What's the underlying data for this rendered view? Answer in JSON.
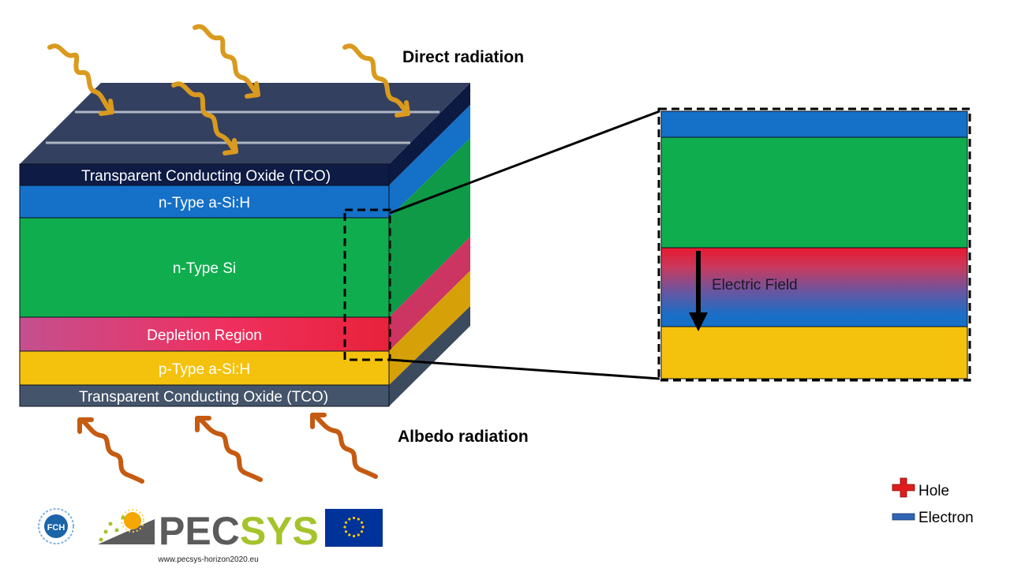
{
  "headings": {
    "direct": "Direct radiation",
    "albedo": "Albedo radiation"
  },
  "layers": {
    "tco_top": "Transparent Conducting Oxide (TCO)",
    "n_asi": "n-Type a-Si:H",
    "n_si": "n-Type Si",
    "depletion": "Depletion Region",
    "p_asi": "p-Type a-Si:H",
    "tco_bottom": "Transparent Conducting Oxide (TCO)"
  },
  "zoom": {
    "field_label": "Electric Field"
  },
  "legend": {
    "hole": "Hole",
    "electron": "Electron"
  },
  "logos": {
    "fch": "FCH",
    "pec": "PEC",
    "sys": "SYS",
    "url": "www.pecsys-horizon2020.eu"
  },
  "colors": {
    "tco_top": "#0d1b45",
    "n_asi": "#1570c8",
    "n_si": "#10ad4f",
    "depletion_start": "#c4508f",
    "depletion_end": "#e8223a",
    "p_asi": "#f4c20d",
    "tco_bottom": "#44546a",
    "direct_ray": "#d99a1e",
    "albedo_ray": "#c55a11",
    "hole": "#e11c1c",
    "electron": "#2f64b5"
  },
  "icons": [
    "wavy-arrow-icon",
    "plus-icon",
    "minus-bar-icon",
    "sun-icon",
    "eu-flag-icon"
  ]
}
